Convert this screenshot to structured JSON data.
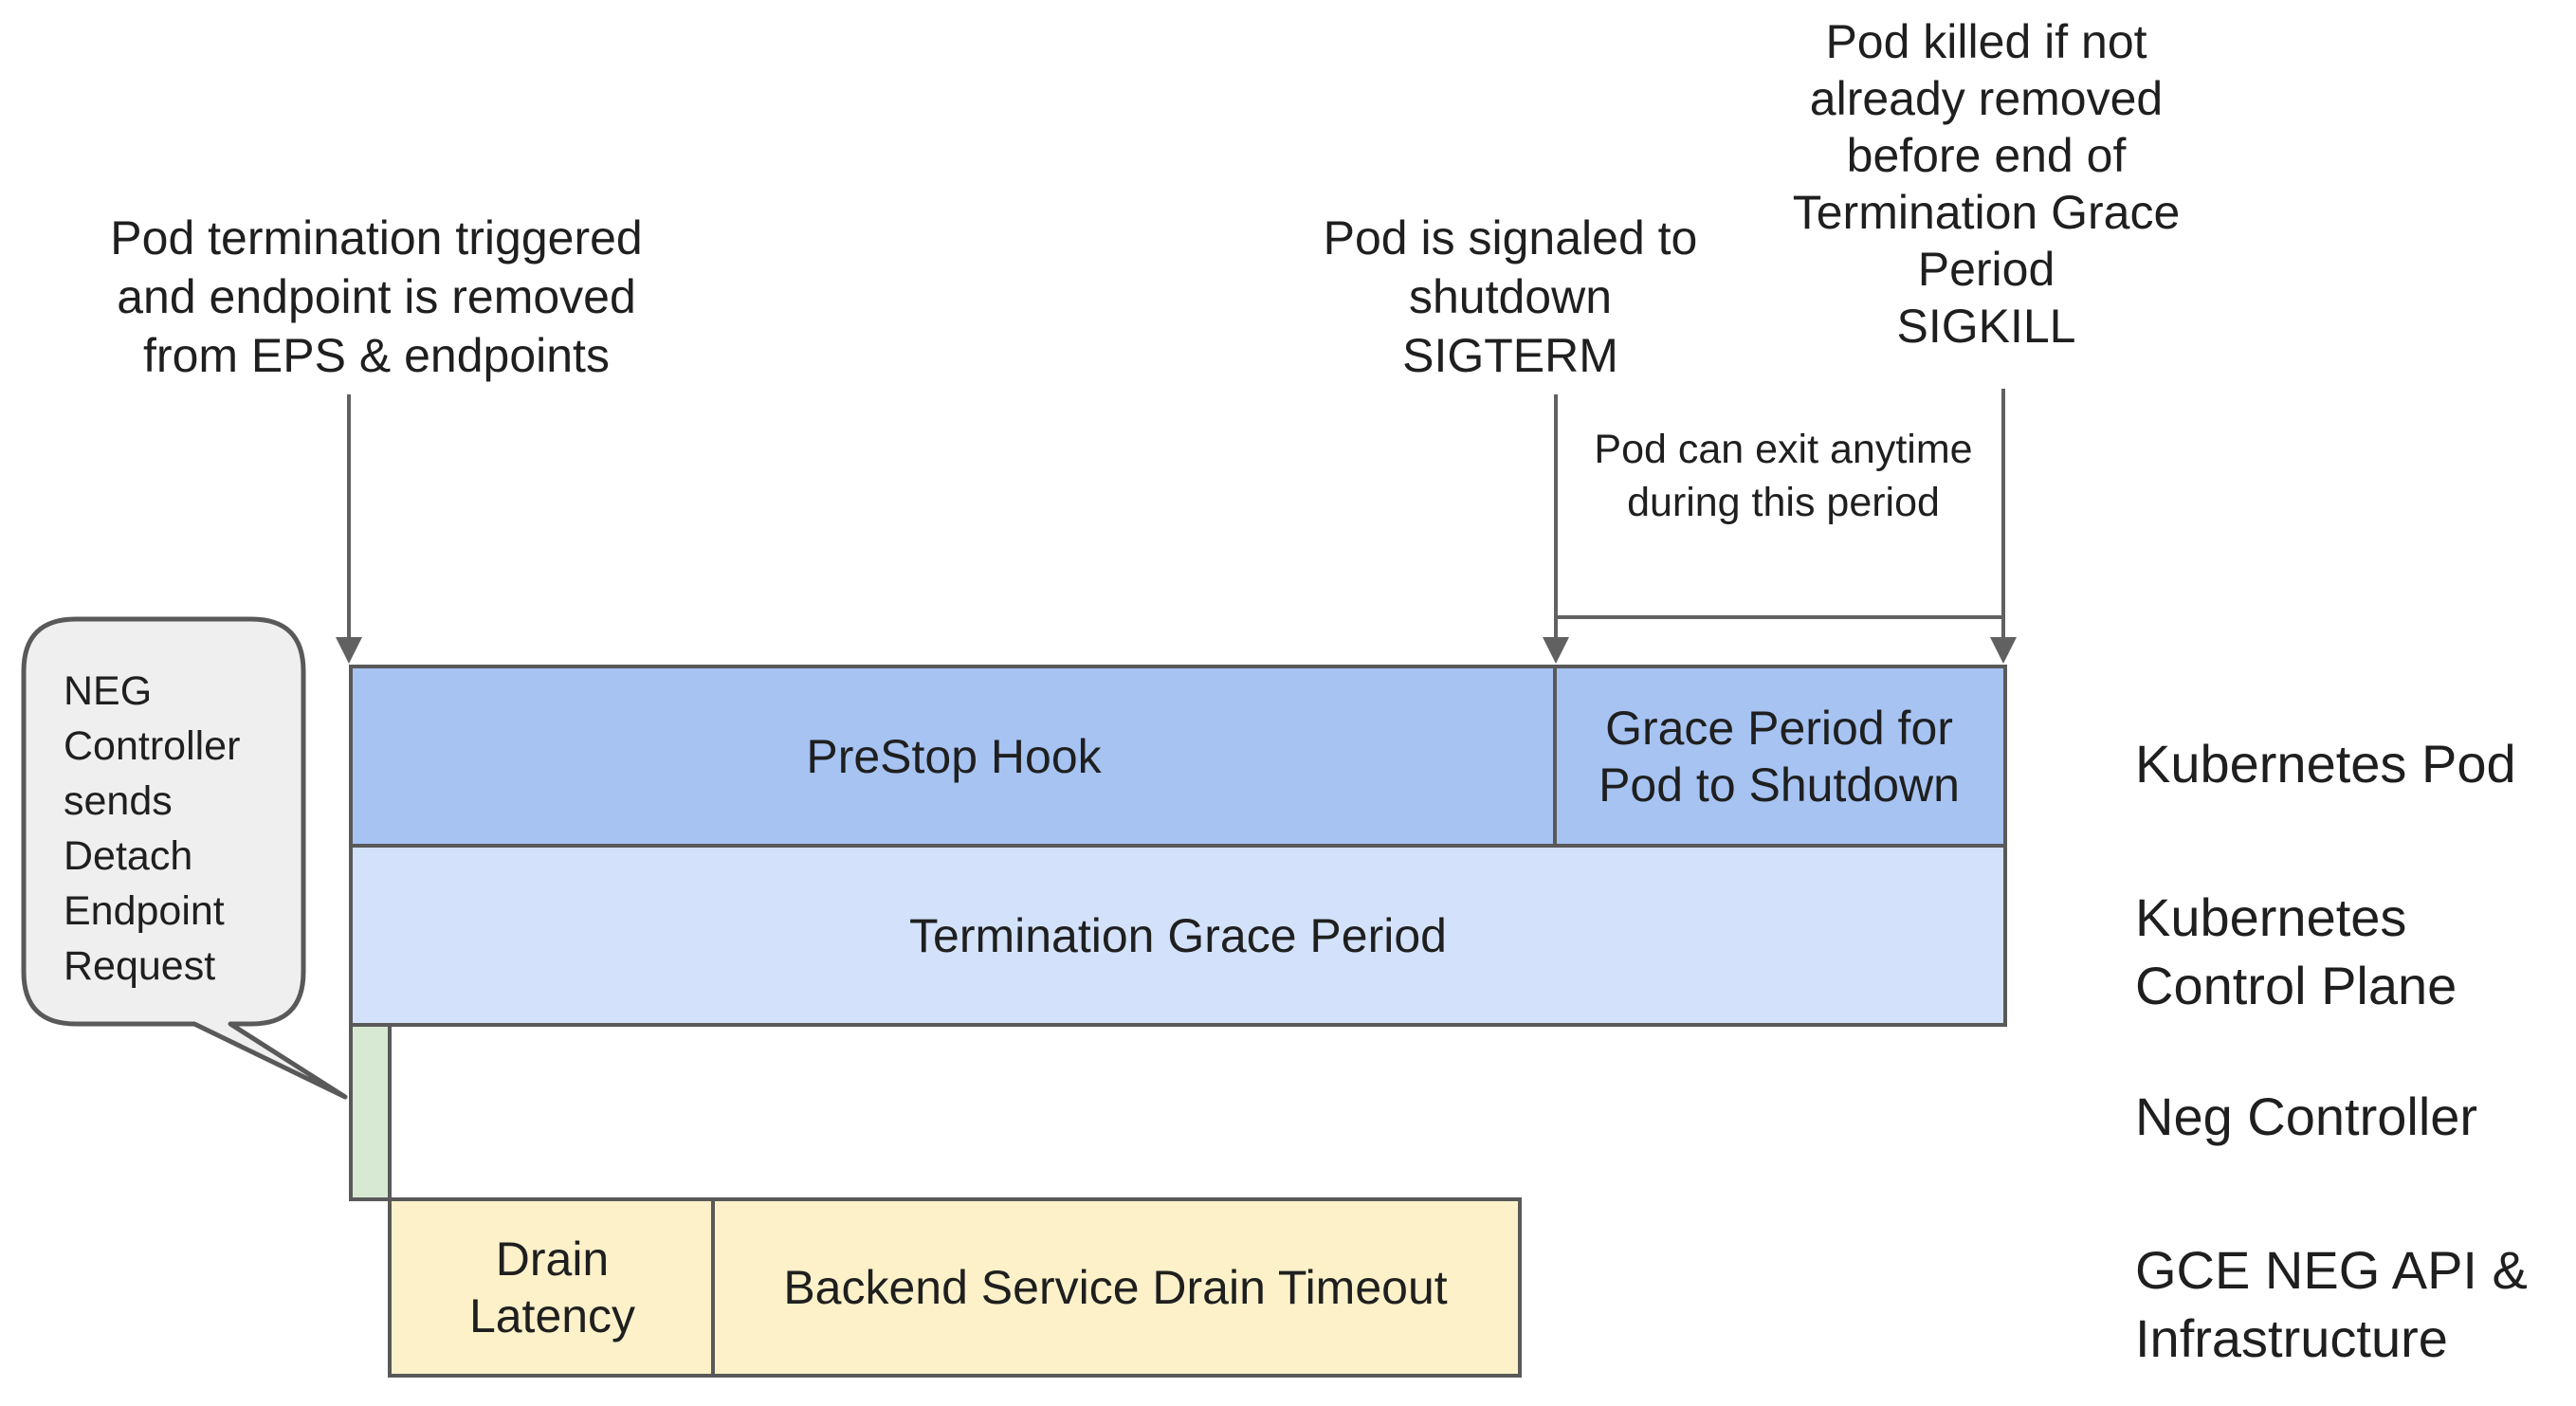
{
  "annotations": {
    "pod_termination": "Pod termination triggered\nand endpoint is removed\nfrom EPS & endpoints",
    "sigterm": "Pod is signaled to\nshutdown\nSIGTERM",
    "sigkill": "Pod killed if not\nalready removed\nbefore end of\nTermination Grace\nPeriod\nSIGKILL",
    "exit_note": "Pod can exit anytime\nduring this period"
  },
  "bubble": {
    "text": "NEG\nController\nsends\nDetach\nEndpoint\nRequest"
  },
  "timeline": {
    "kubernetes_pod": {
      "row_label": "Kubernetes Pod",
      "prestop": "PreStop Hook",
      "grace_period": "Grace Period for\nPod to Shutdown"
    },
    "control_plane": {
      "row_label": "Kubernetes\nControl Plane",
      "termination_grace_period": "Termination Grace Period"
    },
    "neg_controller": {
      "row_label": "Neg Controller"
    },
    "gce": {
      "row_label": "GCE NEG API &\nInfrastructure",
      "drain_latency": "Drain\nLatency",
      "backend_drain": "Backend Service Drain Timeout"
    }
  },
  "colors": {
    "pod_bar": "#a6c3f2",
    "control_plane_bar": "#d3e2fa",
    "neg_bar": "#d7e9d3",
    "gce_bar": "#fcf1c9",
    "bubble_fill": "#efefef",
    "stroke": "#595959",
    "arrow": "#616161",
    "text": "#1f1f1f",
    "background": "#ffffff"
  }
}
